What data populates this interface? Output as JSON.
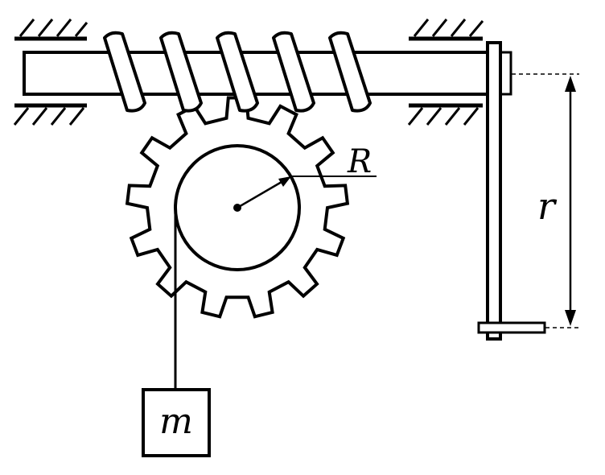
{
  "labels": {
    "gear_radius": "R",
    "crank_arm": "r",
    "mass": "m"
  },
  "colors": {
    "stroke": "#000000",
    "fill": "#ffffff"
  },
  "gear": {
    "teeth": 13
  },
  "worm": {
    "threads": 5
  }
}
